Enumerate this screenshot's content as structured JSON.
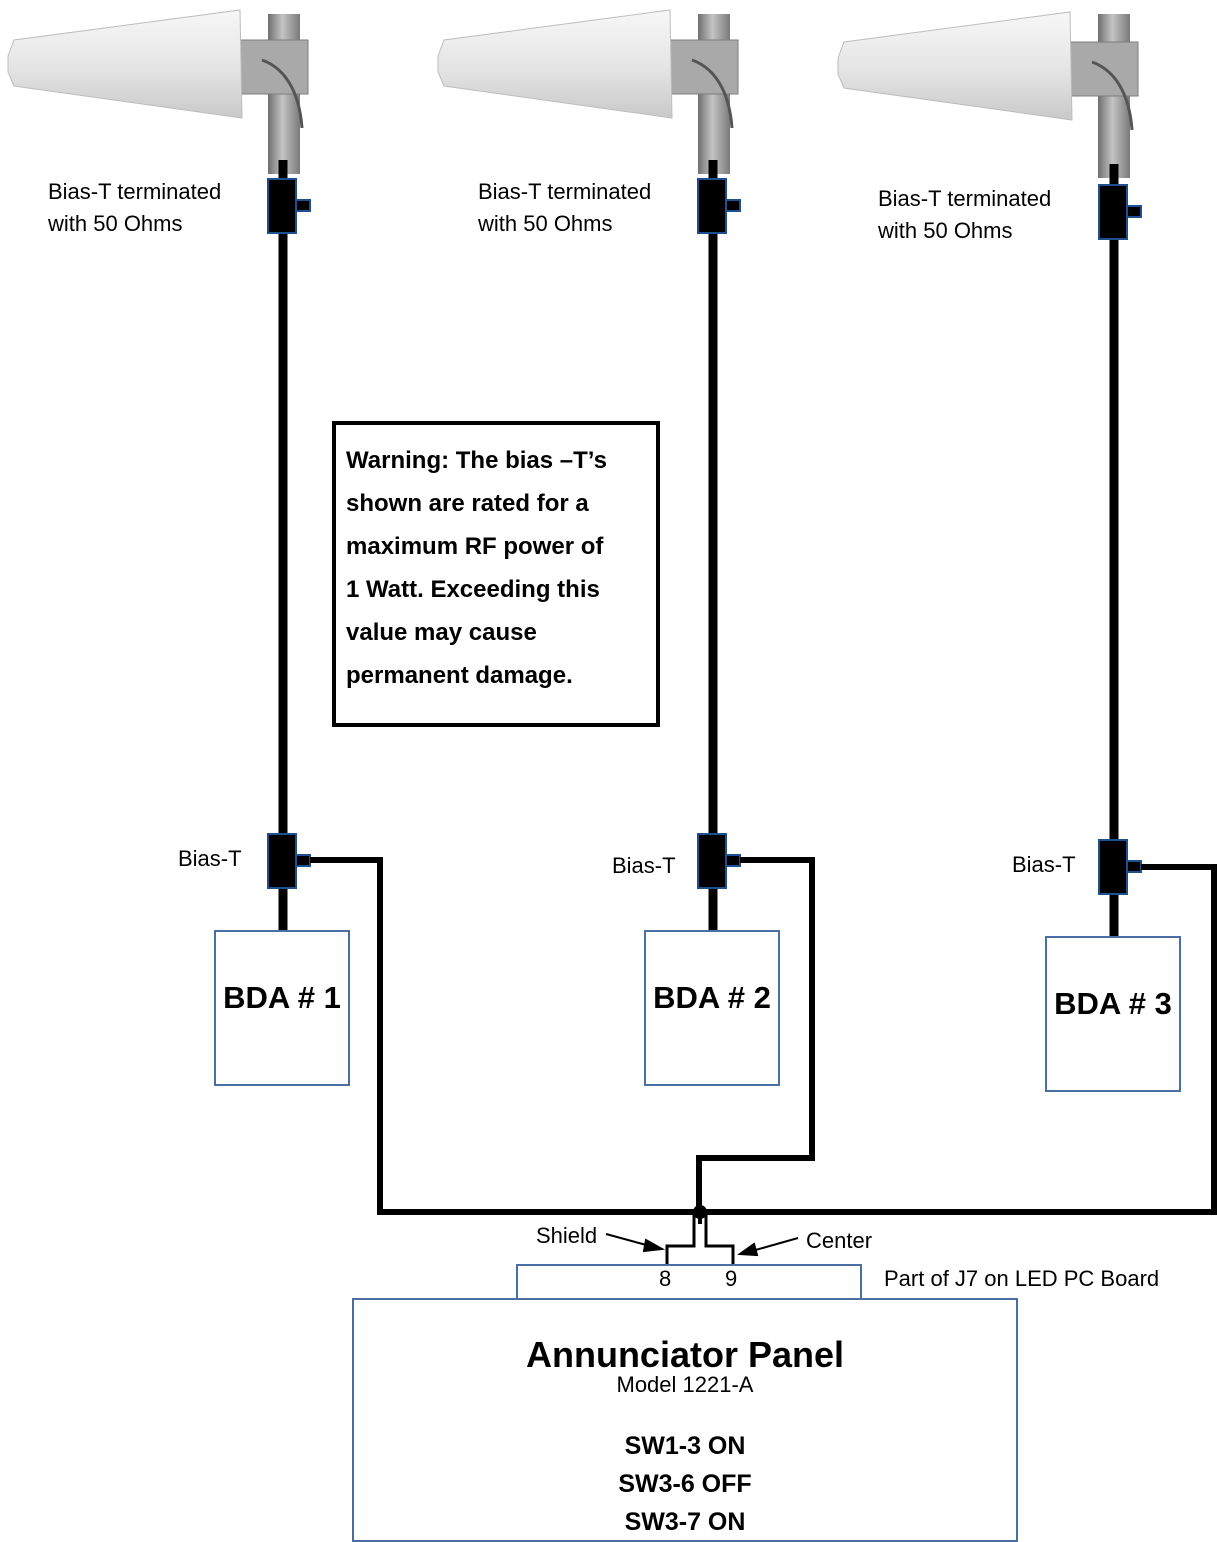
{
  "antennas": [
    {
      "top_label_line1": "Bias-T terminated",
      "top_label_line2": "with 50 Ohms",
      "bias_label": "Bias-T",
      "bda_label": "BDA # 1"
    },
    {
      "top_label_line1": "Bias-T terminated",
      "top_label_line2": "with 50 Ohms",
      "bias_label": "Bias-T",
      "bda_label": "BDA # 2"
    },
    {
      "top_label_line1": "Bias-T terminated",
      "top_label_line2": "with 50 Ohms",
      "bias_label": "Bias-T",
      "bda_label": "BDA # 3"
    }
  ],
  "warning": {
    "text": "Warning: The bias –T’s\nshown are rated for a\nmaximum RF power of\n1 Watt. Exceeding this\nvalue may cause\npermanent damage."
  },
  "connector": {
    "shield_label": "Shield",
    "center_label": "Center",
    "pin_shield": "8",
    "pin_center": "9",
    "j7_label": "Part of J7 on LED PC Board"
  },
  "panel": {
    "title": "Annunciator Panel",
    "model": "Model 1221-A",
    "switches": [
      "SW1-3 ON",
      "SW3-6 OFF",
      "SW3-7 ON"
    ]
  },
  "colors": {
    "cable": "#000000",
    "box_border": "#4a6fa5",
    "bias_t_body": "#000000",
    "bias_t_outline": "#1e4f8f",
    "antenna_body": "#e6e6e6",
    "mast": "#9a9a9a"
  }
}
